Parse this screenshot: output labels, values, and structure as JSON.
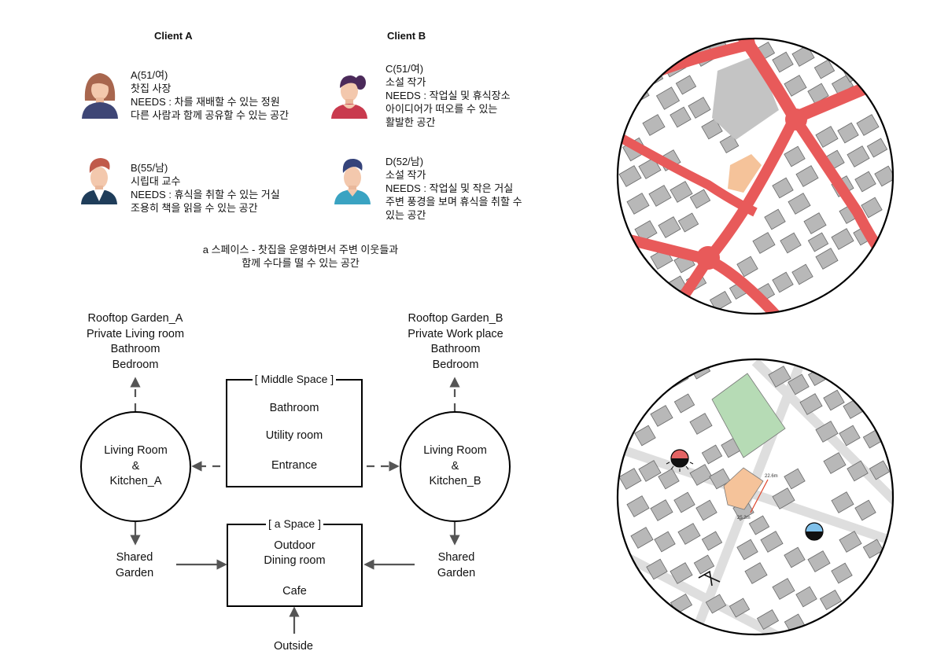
{
  "clients": {
    "a": {
      "heading": "Client A",
      "persons": [
        {
          "id": "A",
          "lines": [
            "A(51/여)",
            "찻집 사장"
          ],
          "needs_key": "NEEDS",
          "needs": [
            " : 차를 재배할 수 있는 정원",
            "다른 사람과 함께 공유할 수 있는 공간"
          ]
        },
        {
          "id": "B",
          "lines": [
            "B(55/남)",
            "시립대 교수"
          ],
          "needs_key": "NEEDS",
          "needs": [
            " : 휴식을 취할 수 있는 거실",
            "조용히 책을 읽을 수 있는 공간"
          ]
        }
      ]
    },
    "b": {
      "heading": "Client B",
      "persons": [
        {
          "id": "C",
          "lines": [
            "C(51/여)",
            "소설 작가"
          ],
          "needs_key": "NEEDS",
          "needs": [
            " : 작업실 및 휴식장소",
            "아이디어가 떠오를 수 있는",
            "활발한 공간"
          ]
        },
        {
          "id": "D",
          "lines": [
            "D(52/남)",
            "소설 작가"
          ],
          "needs_key": "NEEDS",
          "needs": [
            " : 작업실 및 작은 거실",
            "주변 풍경을 보며 휴식을 취할 수",
            "있는 공간"
          ]
        }
      ]
    }
  },
  "summary": [
    "a 스페이스 - 찻집을 운영하면서 주변 이웃들과",
    "함께 수다를 떨 수 있는 공간"
  ],
  "diagram": {
    "rooftop_a": [
      "Rooftop Garden_A",
      "Private Living room",
      "Bathroom",
      "Bedroom"
    ],
    "rooftop_b": [
      "Rooftop Garden_B",
      "Private Work place",
      "Bathroom",
      "Bedroom"
    ],
    "living_a": [
      "Living Room",
      "&",
      "Kitchen_A"
    ],
    "living_b": [
      "Living Room",
      "&",
      "Kitchen_B"
    ],
    "middle_space": {
      "title": "[ Middle Space ]",
      "items": [
        "Bathroom",
        "Utility room",
        "Entrance"
      ]
    },
    "a_space": {
      "title": "[ a Space ]",
      "items": [
        "Outdoor",
        "Dining room",
        "Cafe"
      ]
    },
    "shared_garden_a": [
      "Shared",
      "Garden"
    ],
    "shared_garden_b": [
      "Shared",
      "Garden"
    ],
    "outside": "Outside"
  },
  "site_map": {
    "dimension_1": "22.6m",
    "dimension_2": "25.3m"
  },
  "colors": {
    "road_red": "#e85a5a",
    "building_gray": "#b8b8b8",
    "site_orange": "#f5c39a",
    "park_gray": "#c4c4c4",
    "park_green": "#b6dbb5",
    "sun_red": "#e36464",
    "sun_blue": "#7fc0ea",
    "arrow_gray": "#555555"
  }
}
